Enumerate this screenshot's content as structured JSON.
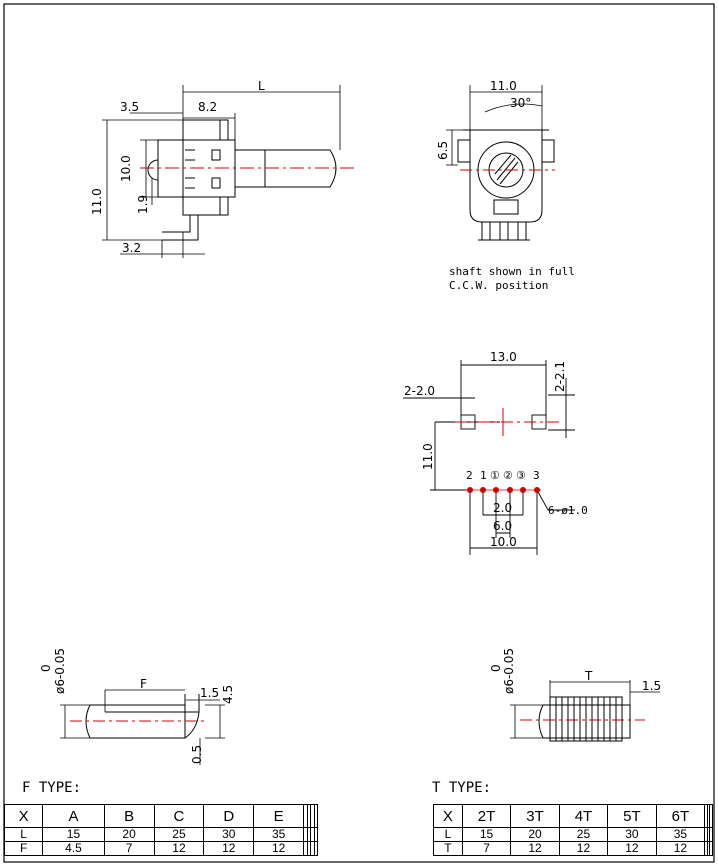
{
  "labels": {
    "L": "L",
    "d_3_5": "3.5",
    "d_8_2": "8.2",
    "d_10_0": "10.0",
    "d_11_0_left": "11.0",
    "d_1_9": "1.9",
    "d_3_2": "3.2",
    "d_11_0_top": "11.0",
    "d_30deg": "30°",
    "d_6_5": "6.5",
    "d_13_0": "13.0",
    "d_2_2_0": "2-2.0",
    "d_2_2_1": "2-2.1",
    "d_11_0_pcb": "11.0",
    "d_2_0": "2.0",
    "d_6_0": "6.0",
    "d_10_0_pcb": "10.0",
    "d_6_hole": "6-ø1.0",
    "d_F": "F",
    "d_1_5_f": "1.5",
    "d_4_5": "4.5",
    "d_0_5": "0.5",
    "d_shaft_f": "ø6-0.05",
    "d_zero_f": "0",
    "d_T": "T",
    "d_1_5_t": "1.5",
    "d_shaft_t": "ø6-0.05",
    "d_zero_t": "0"
  },
  "pins": [
    "2",
    "1",
    "①",
    "②",
    "③",
    "3"
  ],
  "note": {
    "line1": "shaft shown in full",
    "line2": "C.C.W. position"
  },
  "f_type": {
    "title": "F TYPE:",
    "header": [
      "X",
      "A",
      "B",
      "C",
      "D",
      "E",
      "",
      "",
      "",
      ""
    ],
    "rows": [
      [
        "L",
        "15",
        "20",
        "25",
        "30",
        "35",
        "",
        "",
        "",
        ""
      ],
      [
        "F",
        "4.5",
        "7",
        "12",
        "12",
        "12",
        "",
        "",
        "",
        ""
      ]
    ]
  },
  "t_type": {
    "title": "T TYPE:",
    "header": [
      "X",
      "2T",
      "3T",
      "4T",
      "5T",
      "6T",
      "",
      "",
      ""
    ],
    "rows": [
      [
        "L",
        "15",
        "20",
        "25",
        "30",
        "35",
        "",
        "",
        ""
      ],
      [
        "T",
        "7",
        "12",
        "12",
        "12",
        "12",
        "",
        "",
        ""
      ]
    ]
  },
  "colors": {
    "centerline": "#d40000",
    "pad": "#d40000"
  }
}
